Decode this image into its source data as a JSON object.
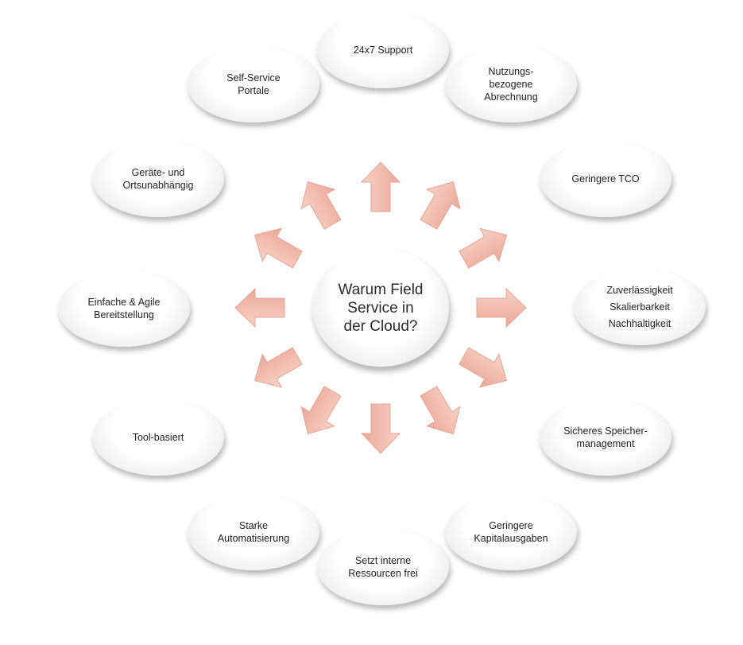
{
  "center": {
    "lines": [
      "Warum Field",
      "Service in",
      "der Cloud?"
    ]
  },
  "nodes": [
    {
      "id": "support",
      "lines": [
        "24x7 Support"
      ]
    },
    {
      "id": "billing",
      "lines": [
        "Nutzungs-",
        "bezogene",
        "Abrechnung"
      ]
    },
    {
      "id": "tco",
      "lines": [
        "Geringere TCO"
      ]
    },
    {
      "id": "reliability",
      "lines": [
        "Zuverlässigkeit",
        "Skalierbarkeit",
        "Nachhaltigkeit"
      ]
    },
    {
      "id": "storage",
      "lines": [
        "Sicheres Speicher-",
        "management"
      ]
    },
    {
      "id": "capex",
      "lines": [
        "Geringere",
        "Kapitalausgaben"
      ]
    },
    {
      "id": "resources",
      "lines": [
        "Setzt interne",
        "Ressourcen frei"
      ]
    },
    {
      "id": "automation",
      "lines": [
        "Starke",
        "Automatisierung"
      ]
    },
    {
      "id": "tool",
      "lines": [
        "Tool-basiert"
      ]
    },
    {
      "id": "provisioning",
      "lines": [
        "Einfache & Agile",
        "Bereitstellung"
      ]
    },
    {
      "id": "device",
      "lines": [
        "Geräte- und",
        "Ortsunabhängig"
      ]
    },
    {
      "id": "portal",
      "lines": [
        "Self-Service",
        "Portale"
      ]
    }
  ],
  "colors": {
    "arrow_fill_light": "#f8d2c7",
    "arrow_fill_dark": "#eba898",
    "arrow_stroke": "#e4a594",
    "text": "#222222"
  }
}
